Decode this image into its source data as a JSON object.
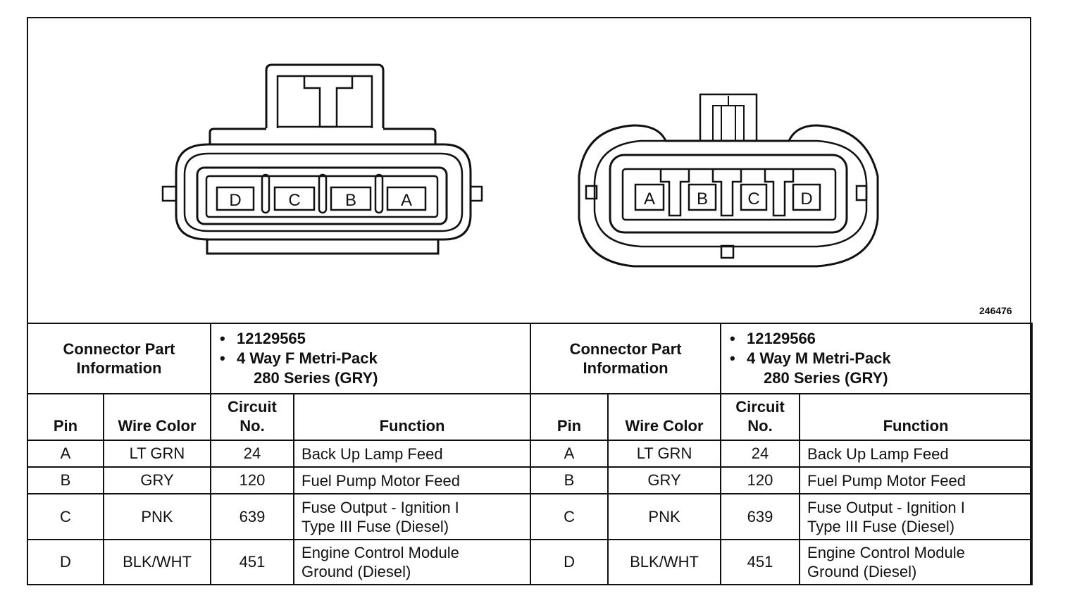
{
  "figure_id": "246476",
  "left_connector": {
    "cavity_labels": [
      "D",
      "C",
      "B",
      "A"
    ],
    "header_label": "Connector Part Information",
    "part_number": "12129565",
    "description_line1": "4 Way F Metri-Pack",
    "description_line2": "280 Series (GRY)"
  },
  "right_connector": {
    "cavity_labels": [
      "A",
      "B",
      "C",
      "D"
    ],
    "header_label": "Connector Part Information",
    "part_number": "12129566",
    "description_line1": "4 Way M Metri-Pack",
    "description_line2": "280 Series (GRY)"
  },
  "columns": {
    "pin": "Pin",
    "wire_color": "Wire Color",
    "circuit_line1": "Circuit",
    "circuit_line2": "No.",
    "function": "Function"
  },
  "rows": [
    {
      "pin": "A",
      "wire_color": "LT GRN",
      "circuit": "24",
      "function_line1": "Back Up Lamp Feed",
      "function_line2": ""
    },
    {
      "pin": "B",
      "wire_color": "GRY",
      "circuit": "120",
      "function_line1": "Fuel Pump Motor Feed",
      "function_line2": ""
    },
    {
      "pin": "C",
      "wire_color": "PNK",
      "circuit": "639",
      "function_line1": "Fuse Output - Ignition  I",
      "function_line2": "Type III Fuse (Diesel)"
    },
    {
      "pin": "D",
      "wire_color": "BLK/WHT",
      "circuit": "451",
      "function_line1": "Engine Control Module",
      "function_line2": "Ground (Diesel)"
    }
  ]
}
